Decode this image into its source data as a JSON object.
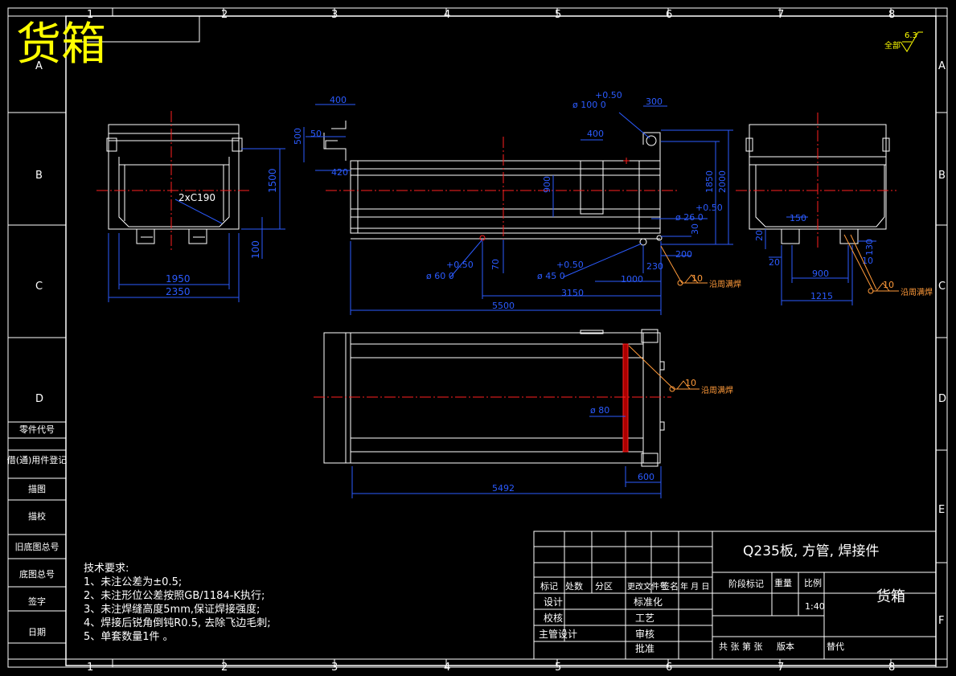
{
  "title": "货箱",
  "roughness": {
    "prefix": "全部",
    "value": "6.3"
  },
  "grid": {
    "columns": [
      "1",
      "2",
      "3",
      "4",
      "5",
      "6",
      "7",
      "8"
    ],
    "rows": [
      "A",
      "B",
      "C",
      "D",
      "E",
      "F"
    ]
  },
  "left_strip": {
    "items": [
      "零件代号",
      "借(通)用件登记",
      "描图",
      "描校",
      "旧底图总号",
      "底图总号",
      "签字",
      "日期"
    ]
  },
  "dimensions": {
    "front": {
      "d1950": "1950",
      "d2350": "2350",
      "d1500": "1500",
      "d100": "100",
      "chamfer": "2xC190"
    },
    "side": {
      "d400a": "400",
      "d500": "500",
      "d50": "50",
      "d420": "420",
      "d400b": "400",
      "d900": "900",
      "d1850": "1850",
      "d2000": "2000",
      "d300": "300",
      "d100dia": "ø 100  0",
      "tol1": "+0.50",
      "tol2": "+0.50",
      "tol3": "+0.50",
      "tol4": "+0.50",
      "d26": "ø 26  0",
      "d30": "30",
      "d200": "200",
      "d230": "230",
      "d1000": "1000",
      "d60": "ø 60  0",
      "d70": "70",
      "d45": "ø 45  0",
      "d3150": "3150",
      "d5500": "5500"
    },
    "end": {
      "d150": "150",
      "d20a": "20",
      "d20b": "20",
      "d900": "900",
      "d1215": "1215",
      "d130": "130",
      "d10": "10"
    },
    "top": {
      "d80": "ø 80",
      "d600": "600",
      "d5492": "5492"
    }
  },
  "weld": {
    "w1": {
      "size": "10",
      "text": "沿周满焊"
    },
    "w2": {
      "size": "10",
      "text": "沿周满焊"
    },
    "w3": {
      "size": "10",
      "text": "沿周满焊"
    }
  },
  "tech_requirements": {
    "heading": "技术要求:",
    "lines": [
      "1、未注公差为±0.5;",
      "2、未注形位公差按照GB/1184-K执行;",
      "3、未注焊缝高度5mm,保证焊接强度;",
      "4、焊接后锐角倒钝R0.5, 去除飞边毛刺;",
      "5、单套数量1件 。"
    ]
  },
  "title_block": {
    "material": "Q235板, 方管, 焊接件",
    "part_name": "货箱",
    "rev_labels": [
      "标记",
      "处数",
      "分区",
      "更改文件号",
      "签名",
      "年 月 日"
    ],
    "stage_label": "阶段标记",
    "weight_label": "重量",
    "scale_label": "比例",
    "scale_value": "1:40",
    "roles": [
      "设计",
      "校核",
      "主管设计"
    ],
    "roles2": [
      "标准化",
      "工艺",
      "审核",
      "批准"
    ],
    "sheets": "共  张  第  张",
    "version": "版本",
    "replace": "替代"
  },
  "colors": {
    "outline": "#ffffff",
    "dimension": "#2b5bff",
    "center": "#ff2020",
    "title": "#ffff00",
    "weld": "#ff9a3a"
  }
}
